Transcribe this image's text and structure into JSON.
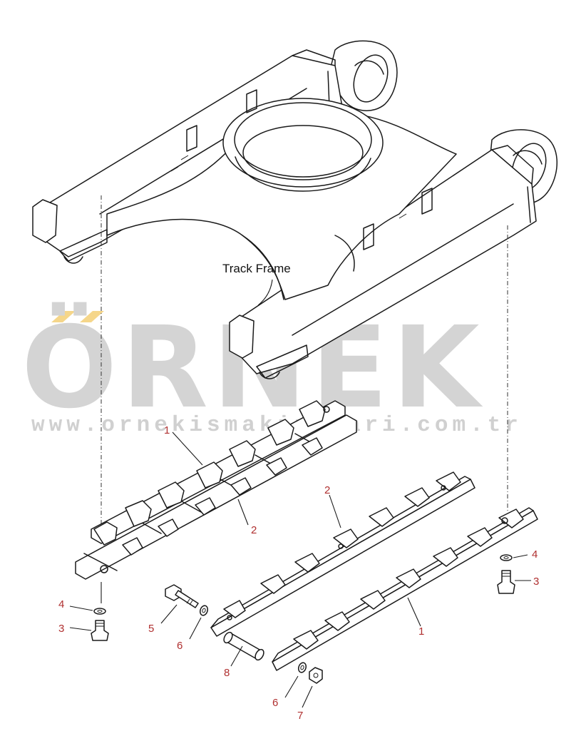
{
  "watermark": {
    "brand": "ÖRNEK",
    "url": "www.ornekismakinalari.com.tr",
    "accent_color": "#f5d68a",
    "brand_color": "#d4d4d4"
  },
  "diagram": {
    "title_label": "Track Frame",
    "part_labels": {
      "p1_upper": "1",
      "p2_upper": "2",
      "p2_mid": "2",
      "p1_lower": "1",
      "p4_right": "4",
      "p3_right": "3",
      "p4_left": "4",
      "p3_left": "3",
      "p5": "5",
      "p6_left": "6",
      "p8": "8",
      "p6_lower": "6",
      "p7": "7"
    },
    "label_color": "#b03030"
  }
}
